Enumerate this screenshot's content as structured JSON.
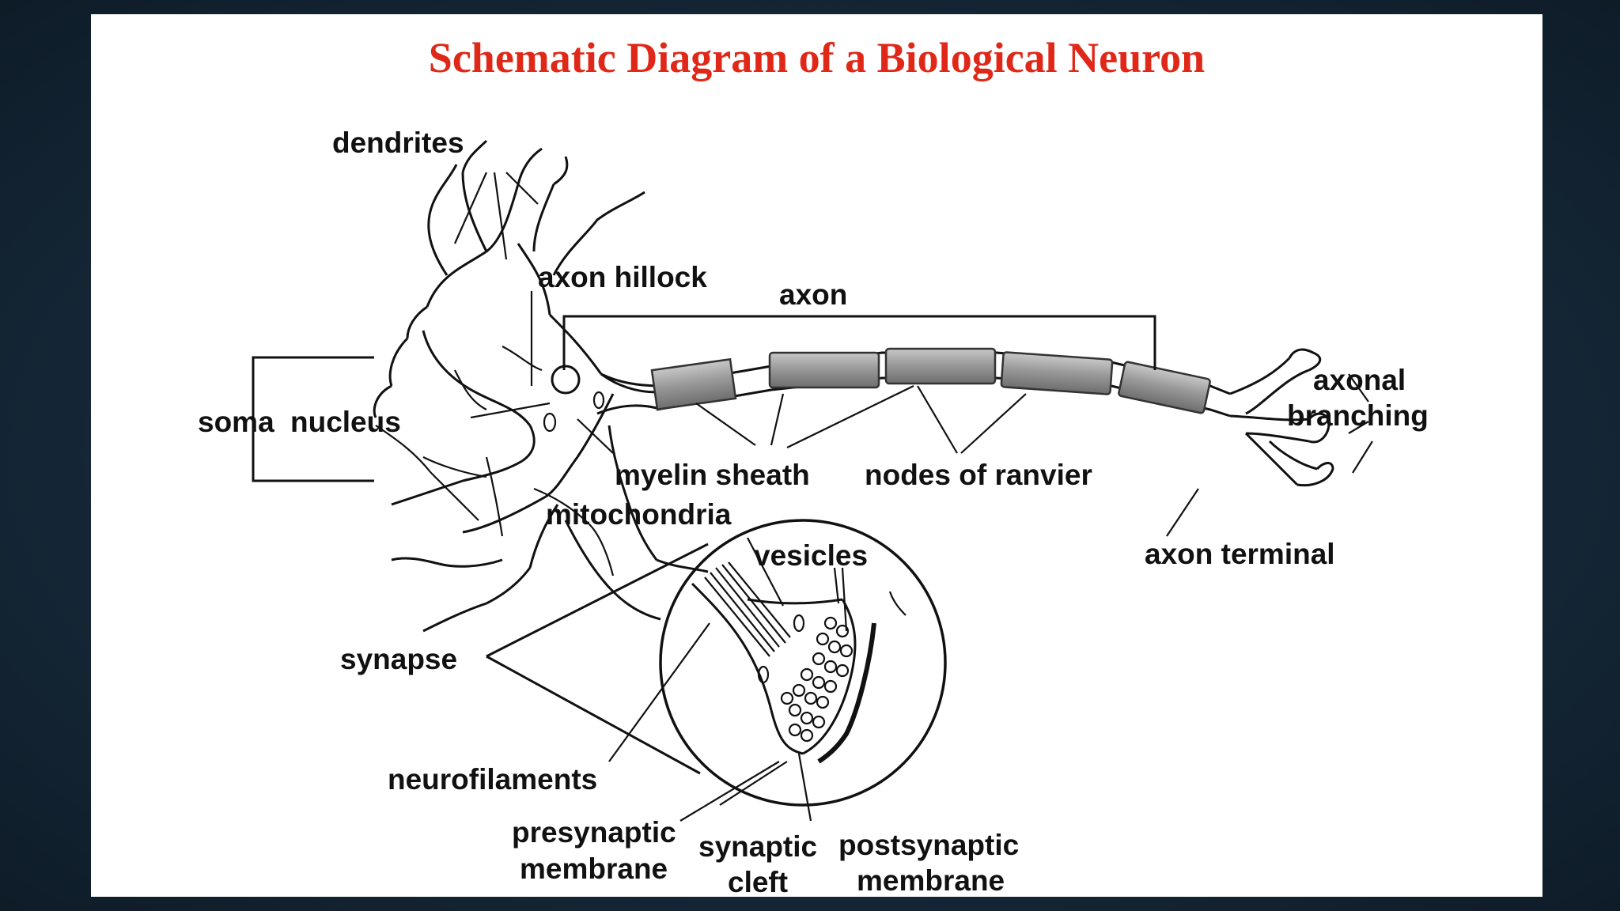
{
  "slide": {
    "title": "Schematic Diagram of a Biological Neuron",
    "title_color": "#e02818",
    "background_color": "#16293a"
  },
  "labels": {
    "dendrites": "dendrites",
    "axon_hillock": "axon hillock",
    "axon": "axon",
    "soma": "soma",
    "nucleus": "nucleus",
    "axonal_branching_1": "axonal",
    "axonal_branching_2": "branching",
    "myelin_sheath": "myelin sheath",
    "nodes_of_ranvier": "nodes of ranvier",
    "mitochondria": "mitochondria",
    "vesicles": "vesicles",
    "axon_terminal": "axon terminal",
    "synapse": "synapse",
    "neurofilaments": "neurofilaments",
    "presynaptic_1": "presynaptic",
    "presynaptic_2": "membrane",
    "synaptic_cleft_1": "synaptic",
    "synaptic_cleft_2": "cleft",
    "postsynaptic_1": "postsynaptic",
    "postsynaptic_2": "membrane"
  }
}
